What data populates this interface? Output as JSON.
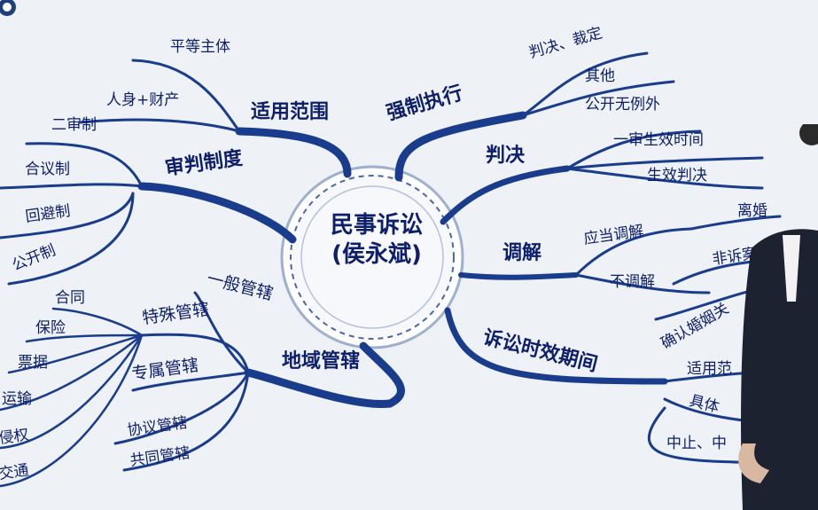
{
  "center": {
    "line1": "民事诉讼",
    "line2": "(侯永斌)"
  },
  "branches": {
    "scope": {
      "title": "适用范围",
      "items": [
        "平等主体",
        "人身+财产"
      ]
    },
    "trial": {
      "title": "审判制度",
      "items": [
        "二审制",
        "合议制",
        "回避制",
        "公开制"
      ]
    },
    "jurisdiction": {
      "title": "地域管辖",
      "items": [
        "一般管辖",
        "特殊管辖",
        "专属管辖",
        "协议管辖",
        "共同管辖"
      ],
      "special_items": [
        "合同",
        "保险",
        "票据",
        "运输",
        "侵权",
        "交通"
      ]
    },
    "enforcement": {
      "title": "强制执行",
      "items": [
        "判决、裁定",
        "其他"
      ]
    },
    "judgment": {
      "title": "判决",
      "items": [
        "公开无例外",
        "一审生效时间",
        "生效判决"
      ]
    },
    "mediation": {
      "title": "调解",
      "items": [
        "应当调解",
        "不调解",
        "离婚",
        "非诉案",
        "确认婚姻关"
      ]
    },
    "limitation": {
      "title": "诉讼时效期间",
      "items": [
        "适用范",
        "具体",
        "中止、中"
      ]
    }
  },
  "colors": {
    "line": "#1a3c8c",
    "text": "#0d1e6b",
    "background": "#eef1f5"
  }
}
